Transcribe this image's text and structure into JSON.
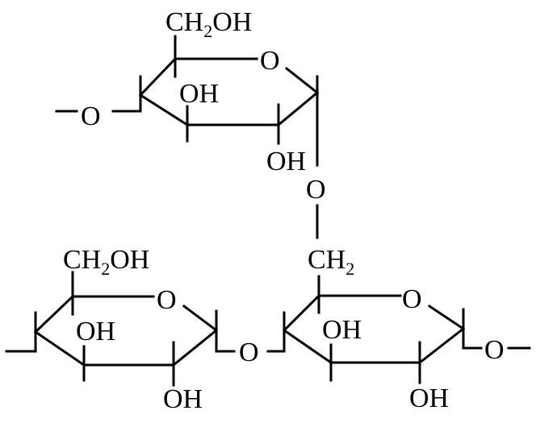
{
  "labels": {
    "top_ch2oh": "CH",
    "top_ch2oh_sub": "2",
    "top_ch2oh_tail": "OH",
    "top_ring_o": "O",
    "top_oh_inner": "OH",
    "top_oh_bottom": "OH",
    "top_left_o": "O",
    "bridge_o": "O",
    "right_ch2": "CH",
    "right_ch2_sub": "2",
    "left_ch2oh": "CH",
    "left_ch2oh_sub": "2",
    "left_ch2oh_tail": "OH",
    "left_ring_o": "O",
    "left_oh_inner": "OH",
    "left_oh_bottom": "OH",
    "middle_o": "O",
    "right_ring_o": "O",
    "right_oh_inner": "OH",
    "right_oh_bottom": "OH",
    "end_o": "O"
  }
}
